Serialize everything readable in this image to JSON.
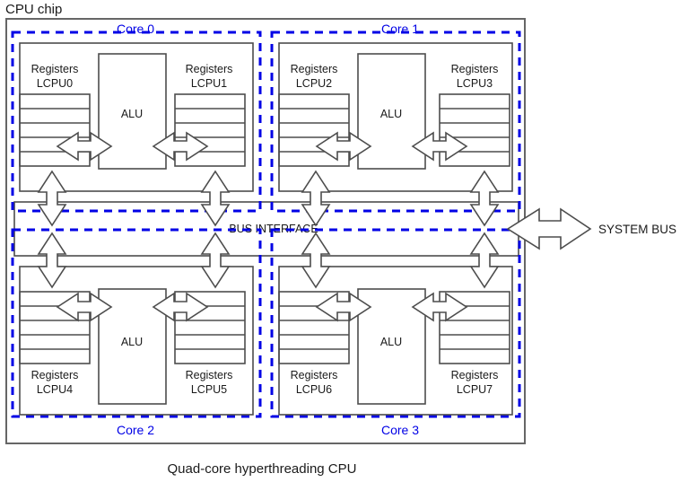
{
  "diagram": {
    "chip_label": "CPU chip",
    "caption": "Quad-core hyperthreading CPU",
    "bus_interface_label": "BUS INTERFACE",
    "system_bus_label": "SYSTEM BUS",
    "alu_label": "ALU",
    "registers_label": "Registers",
    "accent_color": "#0000e6",
    "line_color": "#4d4d4d",
    "background_color": "#ffffff",
    "register_rows": 5,
    "cores": [
      {
        "name": "Core 0",
        "position": "top-left",
        "label_position": "above",
        "alu": "ALU",
        "threads": [
          {
            "registers": "Registers",
            "lcpu": "LCPU0",
            "side": "left"
          },
          {
            "registers": "Registers",
            "lcpu": "LCPU1",
            "side": "right"
          }
        ]
      },
      {
        "name": "Core 1",
        "position": "top-right",
        "label_position": "above",
        "alu": "ALU",
        "threads": [
          {
            "registers": "Registers",
            "lcpu": "LCPU2",
            "side": "left"
          },
          {
            "registers": "Registers",
            "lcpu": "LCPU3",
            "side": "right"
          }
        ]
      },
      {
        "name": "Core 2",
        "position": "bottom-left",
        "label_position": "below",
        "alu": "ALU",
        "threads": [
          {
            "registers": "Registers",
            "lcpu": "LCPU4",
            "side": "left"
          },
          {
            "registers": "Registers",
            "lcpu": "LCPU5",
            "side": "right"
          }
        ]
      },
      {
        "name": "Core 3",
        "position": "bottom-right",
        "label_position": "below",
        "alu": "ALU",
        "threads": [
          {
            "registers": "Registers",
            "lcpu": "LCPU6",
            "side": "left"
          },
          {
            "registers": "Registers",
            "lcpu": "LCPU7",
            "side": "right"
          }
        ]
      }
    ],
    "connectors": [
      {
        "name": "reg-alu-arrow",
        "type": "double-headed-horizontal",
        "count": 8
      },
      {
        "name": "core-bus-arrow",
        "type": "double-headed-vertical",
        "count": 8
      },
      {
        "name": "system-bus-arrow",
        "type": "double-headed-horizontal",
        "count": 1
      }
    ]
  }
}
